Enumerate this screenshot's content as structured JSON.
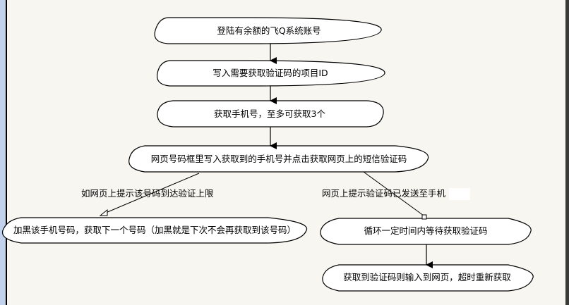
{
  "diagram": {
    "type": "flowchart",
    "nodes": [
      {
        "id": "n1",
        "label": "登陆有余额的飞Q系统账号"
      },
      {
        "id": "n2",
        "label": "写入需要获取验证码的项目ID"
      },
      {
        "id": "n3",
        "label": "获取手机号，至多可获取3个"
      },
      {
        "id": "n4",
        "label": "网页号码框里写入获取到的手机号并点击获取网页上的短信验证码"
      },
      {
        "id": "n5",
        "label": "加黑该手机号码，获取下一个号码（加黑就是下次不会再获取到该号码）"
      },
      {
        "id": "n6",
        "label": "循环一定时间内等待获取验证码"
      },
      {
        "id": "n7",
        "label": "获取到验证码则输入到网页，超时重新获取"
      }
    ],
    "edges": [
      {
        "from": "n1",
        "to": "n2",
        "label": ""
      },
      {
        "from": "n2",
        "to": "n3",
        "label": ""
      },
      {
        "from": "n3",
        "to": "n4",
        "label": ""
      },
      {
        "from": "n4",
        "to": "n5",
        "label": "如网页上提示该号码到达验证上限"
      },
      {
        "from": "n4",
        "to": "n6",
        "label": "网页上提示验证码已发送至手机"
      },
      {
        "from": "n6",
        "to": "n7",
        "label": ""
      }
    ]
  },
  "colors": {
    "background": "#f8f6f0",
    "node_fill": "#ffffff",
    "stroke": "#000000",
    "left_rail": "#c3d2ec"
  }
}
